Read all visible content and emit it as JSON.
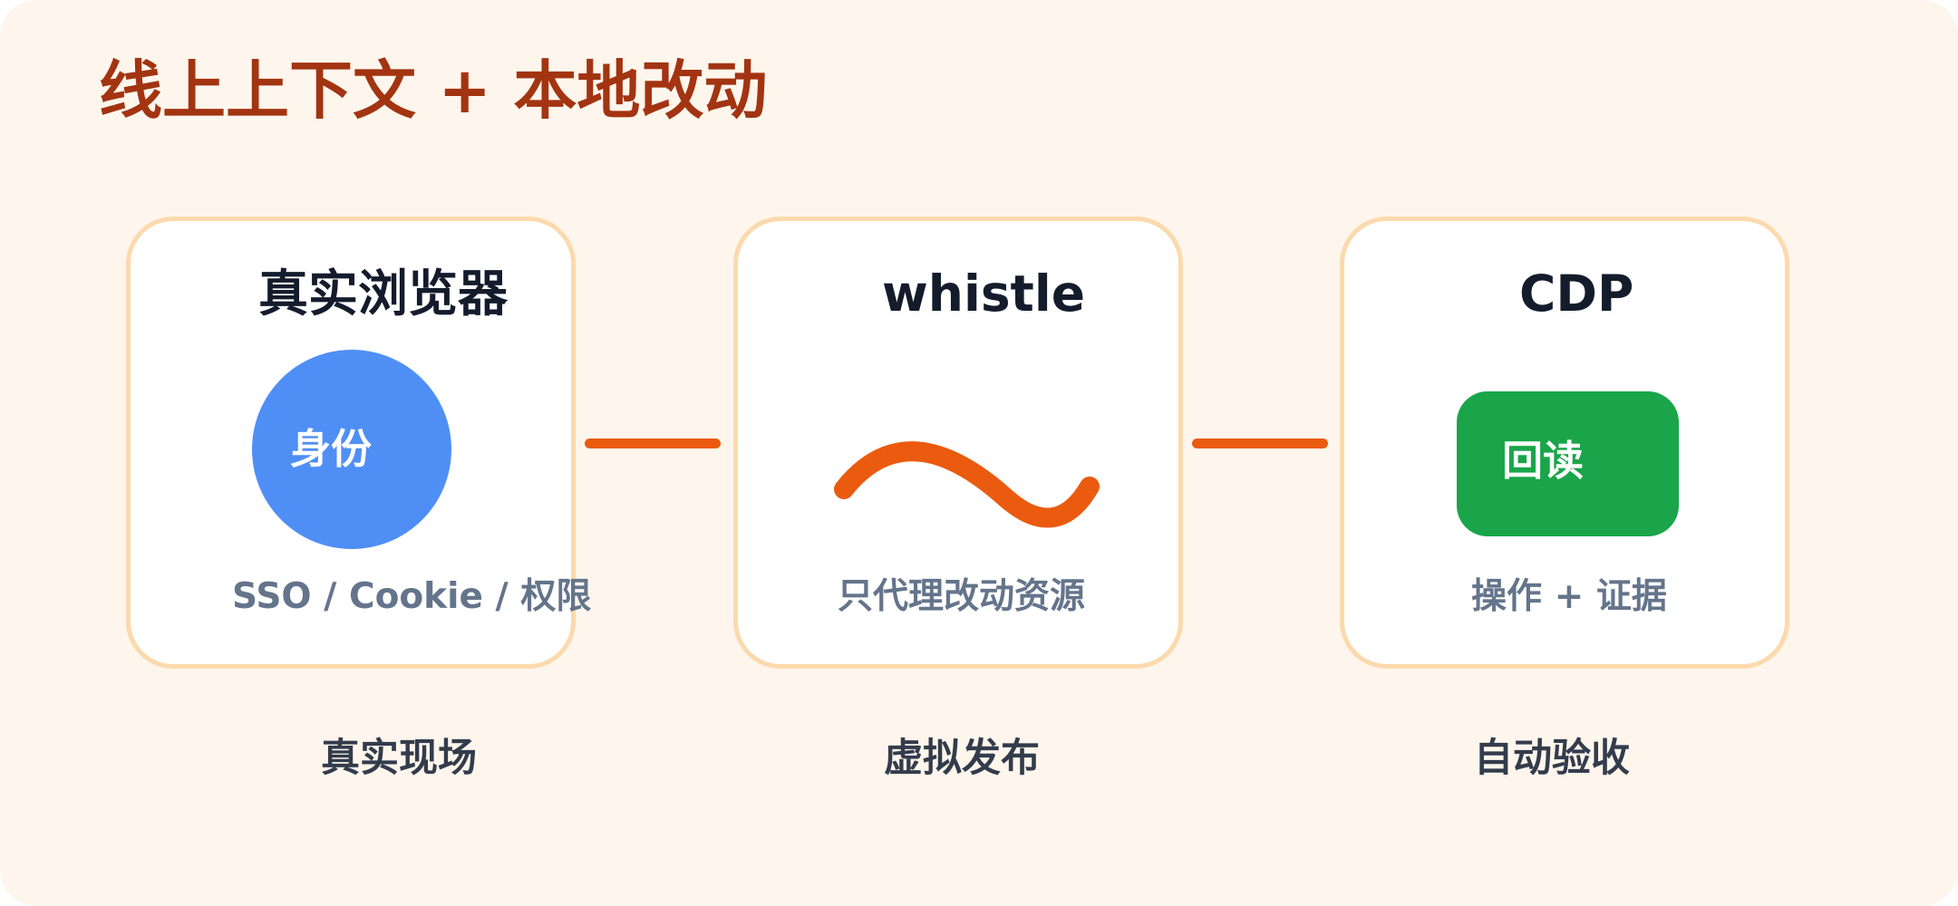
{
  "title": "线上上下文 + 本地改动",
  "cards": [
    {
      "title": "真实浏览器",
      "badge": "身份",
      "subtitle": "SSO / Cookie / 权限",
      "stage": "真实现场"
    },
    {
      "title": "whistle",
      "subtitle": "只代理改动资源",
      "stage": "虚拟发布"
    },
    {
      "title": "CDP",
      "badge": "回读",
      "subtitle": "操作 + 证据",
      "stage": "自动验收"
    }
  ],
  "colors": {
    "background": "#fef6ec",
    "title": "#a33412",
    "card_border": "#fcd9ad",
    "connector": "#ea5b0f",
    "identity_badge": "#4f8ff5",
    "readback_badge": "#1aa54a",
    "subtitle": "#64748b"
  },
  "icons": {
    "proxy": "wave-icon"
  }
}
